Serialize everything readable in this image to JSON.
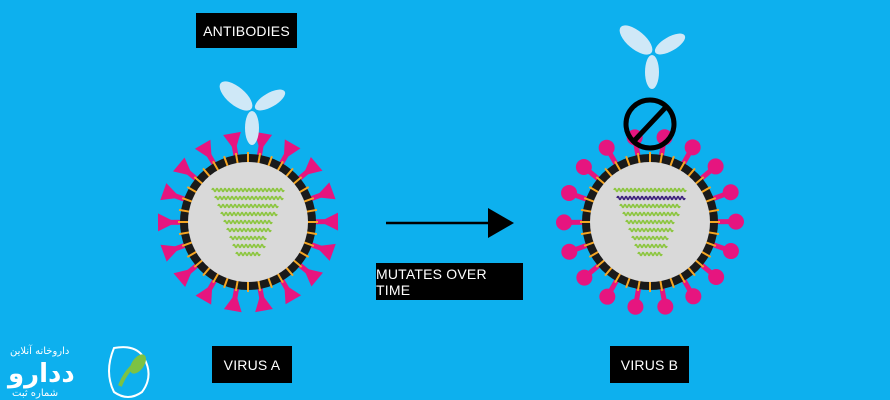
{
  "labels": {
    "antibodies": "ANTIBODIES",
    "mutates": "MUTATES OVER TIME",
    "virus_a": "VIRUS A",
    "virus_b": "VIRUS B"
  },
  "colors": {
    "background": "#0db0ee",
    "spike": "#e6157f",
    "envelope": "#1a1a1a",
    "core": "#d9d9d9",
    "rna": "#8cc63f",
    "rna_mutated": "#3b1f7a",
    "membrane_protein": "#f5a623",
    "antibody": "#cfe8f7",
    "blocked": "#000000"
  },
  "icons": {
    "antibody": "antibody-y-icon",
    "blocked": "no-entry-icon",
    "arrow": "arrow-right-icon"
  },
  "watermark": {
    "line1": "داروخانه آنلاین",
    "logo": "ددارو",
    "line2": "شماره ثبت"
  }
}
